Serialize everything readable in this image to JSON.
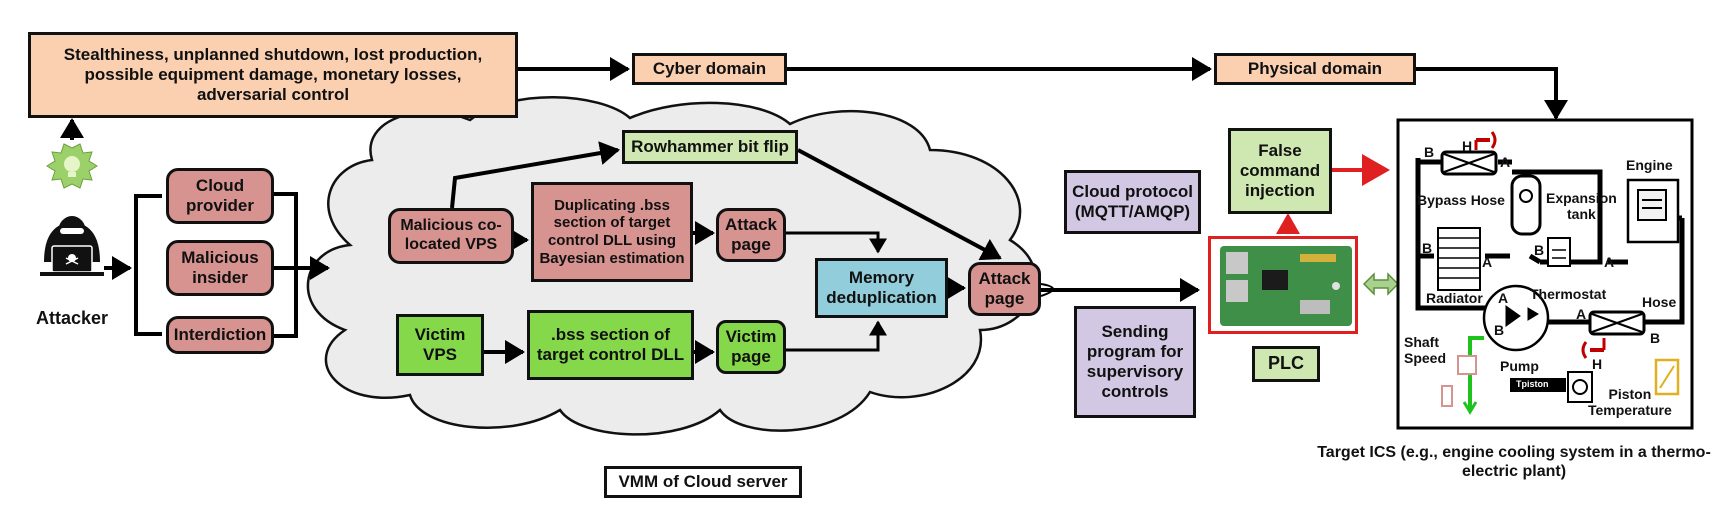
{
  "consequences": "Stealthiness, unplanned shutdown, lost production,\npossible equipment damage, monetary losses,\nadversarial control",
  "cyber_domain": "Cyber domain",
  "physical_domain": "Physical domain",
  "attacker": "Attacker",
  "vectors": [
    "Cloud\nprovider",
    "Malicious\ninsider",
    "Interdiction"
  ],
  "rowhammer": "Rowhammer bit flip",
  "malicious_vps": "Malicious co-\nlocated VPS",
  "duplicating": "Duplicating .bss\nsection of target\ncontrol DLL using\nBayesian estimation",
  "attack_page_1": "Attack\npage",
  "memory_dedup": "Memory\ndeduplication",
  "attack_page_2": "Attack\npage",
  "victim_vps": "Victim\nVPS",
  "bss_section": ".bss section of\ntarget control DLL",
  "victim_page": "Victim\npage",
  "vmm_label": "VMM of Cloud server",
  "cloud_protocol": "Cloud protocol\n(MQTT/AMQP)",
  "false_command": "False\ncommand\ninjection",
  "sending_program": "Sending\nprogram for\nsupervisory\ncontrols",
  "plc": "PLC",
  "target_caption": "Target ICS (e.g., engine cooling system in a thermo-\nelectric plant)",
  "ics_labels": {
    "bypass_hose": "Bypass Hose",
    "engine": "Engine",
    "expansion_tank": "Expansion\ntank",
    "radiator": "Radiator",
    "thermostat": "Thermostat",
    "hose": "Hose",
    "pump": "Pump",
    "shaft_speed": "Shaft\nSpeed",
    "piston_temperature": "Piston\nTemperature",
    "tpiston": "Tpiston",
    "port_b": "B",
    "port_a": "A",
    "port_h": "H"
  },
  "colors": {
    "peach": "#fbd0b1",
    "rose": "#d69390",
    "lime": "#86d84b",
    "sage": "#cfe7b0",
    "blue": "#92cddb",
    "lavender": "#d3c8e3",
    "cloud": "#ececec",
    "arrow": "#000000",
    "red_arrow": "#e02020",
    "plc_border": "#e02020"
  }
}
